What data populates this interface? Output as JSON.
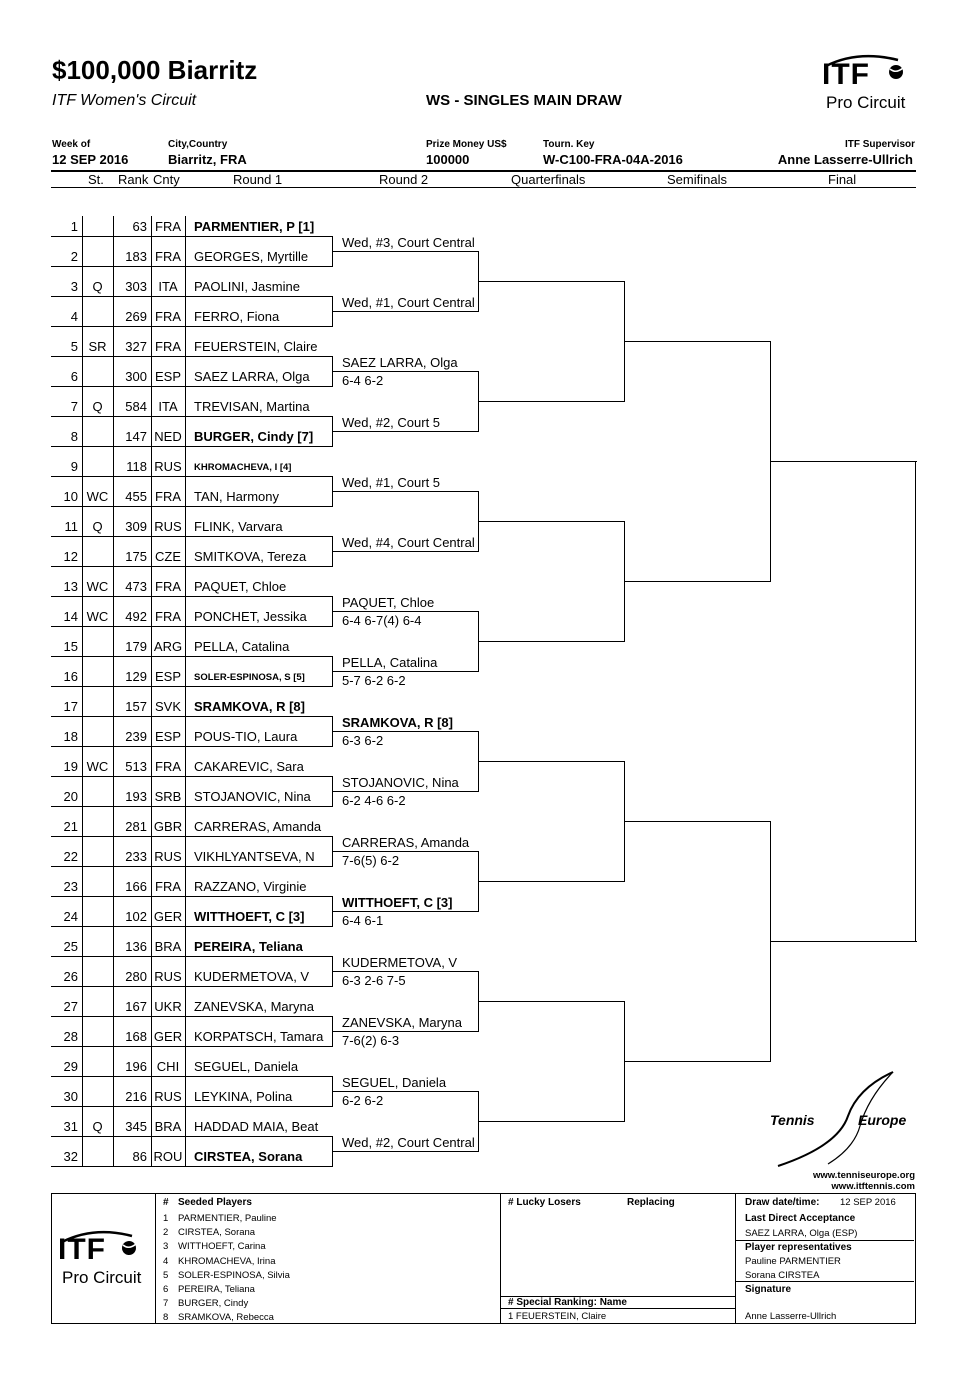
{
  "header": {
    "title": "$100,000 Biarritz",
    "subtitle": "ITF Women's Circuit",
    "draw_name": "WS - SINGLES MAIN DRAW",
    "week_label": "Week of",
    "week_value": "12 SEP 2016",
    "city_label": "City,Country",
    "city_value": "Biarritz, FRA",
    "prize_label": "Prize Money US$",
    "prize_value": "100000",
    "key_label": "Tourn. Key",
    "key_value": "W-C100-FRA-04A-2016",
    "supervisor_label": "ITF Supervisor",
    "supervisor_value": "Anne Lasserre-Ullrich",
    "logo_itf": "ITF",
    "logo_pro": "Pro Circuit"
  },
  "columns": [
    "St.",
    "Rank",
    "Cnty",
    "Round 1",
    "Round 2",
    "Quarterfinals",
    "Semifinals",
    "Final"
  ],
  "players": [
    {
      "n": "1",
      "st": "",
      "rank": "63",
      "cnty": "FRA",
      "name": "PARMENTIER, P [1]",
      "style": "bold"
    },
    {
      "n": "2",
      "st": "",
      "rank": "183",
      "cnty": "FRA",
      "name": "GEORGES, Myrtille",
      "style": ""
    },
    {
      "n": "3",
      "st": "Q",
      "rank": "303",
      "cnty": "ITA",
      "name": "PAOLINI, Jasmine",
      "style": ""
    },
    {
      "n": "4",
      "st": "",
      "rank": "269",
      "cnty": "FRA",
      "name": "FERRO, Fiona",
      "style": ""
    },
    {
      "n": "5",
      "st": "SR",
      "rank": "327",
      "cnty": "FRA",
      "name": "FEUERSTEIN, Claire",
      "style": ""
    },
    {
      "n": "6",
      "st": "",
      "rank": "300",
      "cnty": "ESP",
      "name": "SAEZ LARRA, Olga",
      "style": ""
    },
    {
      "n": "7",
      "st": "Q",
      "rank": "584",
      "cnty": "ITA",
      "name": "TREVISAN, Martina",
      "style": ""
    },
    {
      "n": "8",
      "st": "",
      "rank": "147",
      "cnty": "NED",
      "name": "BURGER, Cindy [7]",
      "style": "bold"
    },
    {
      "n": "9",
      "st": "",
      "rank": "118",
      "cnty": "RUS",
      "name": "KHROMACHEVA, I [4]",
      "style": "small"
    },
    {
      "n": "10",
      "st": "WC",
      "rank": "455",
      "cnty": "FRA",
      "name": "TAN, Harmony",
      "style": ""
    },
    {
      "n": "11",
      "st": "Q",
      "rank": "309",
      "cnty": "RUS",
      "name": "FLINK, Varvara",
      "style": ""
    },
    {
      "n": "12",
      "st": "",
      "rank": "175",
      "cnty": "CZE",
      "name": "SMITKOVA, Tereza",
      "style": ""
    },
    {
      "n": "13",
      "st": "WC",
      "rank": "473",
      "cnty": "FRA",
      "name": "PAQUET, Chloe",
      "style": ""
    },
    {
      "n": "14",
      "st": "WC",
      "rank": "492",
      "cnty": "FRA",
      "name": "PONCHET, Jessika",
      "style": ""
    },
    {
      "n": "15",
      "st": "",
      "rank": "179",
      "cnty": "ARG",
      "name": "PELLA, Catalina",
      "style": ""
    },
    {
      "n": "16",
      "st": "",
      "rank": "129",
      "cnty": "ESP",
      "name": "SOLER-ESPINOSA, S [5]",
      "style": "small"
    },
    {
      "n": "17",
      "st": "",
      "rank": "157",
      "cnty": "SVK",
      "name": "SRAMKOVA, R [8]",
      "style": "bold"
    },
    {
      "n": "18",
      "st": "",
      "rank": "239",
      "cnty": "ESP",
      "name": "POUS-TIO, Laura",
      "style": ""
    },
    {
      "n": "19",
      "st": "WC",
      "rank": "513",
      "cnty": "FRA",
      "name": "CAKAREVIC, Sara",
      "style": ""
    },
    {
      "n": "20",
      "st": "",
      "rank": "193",
      "cnty": "SRB",
      "name": "STOJANOVIC, Nina",
      "style": ""
    },
    {
      "n": "21",
      "st": "",
      "rank": "281",
      "cnty": "GBR",
      "name": "CARRERAS, Amanda",
      "style": ""
    },
    {
      "n": "22",
      "st": "",
      "rank": "233",
      "cnty": "RUS",
      "name": "VIKHLYANTSEVA, N",
      "style": ""
    },
    {
      "n": "23",
      "st": "",
      "rank": "166",
      "cnty": "FRA",
      "name": "RAZZANO, Virginie",
      "style": ""
    },
    {
      "n": "24",
      "st": "",
      "rank": "102",
      "cnty": "GER",
      "name": "WITTHOEFT, C [3]",
      "style": "bold"
    },
    {
      "n": "25",
      "st": "",
      "rank": "136",
      "cnty": "BRA",
      "name": "PEREIRA, Teliana",
      "style": "bold"
    },
    {
      "n": "26",
      "st": "",
      "rank": "280",
      "cnty": "RUS",
      "name": "KUDERMETOVA, V",
      "style": ""
    },
    {
      "n": "27",
      "st": "",
      "rank": "167",
      "cnty": "UKR",
      "name": "ZANEVSKA, Maryna",
      "style": ""
    },
    {
      "n": "28",
      "st": "",
      "rank": "168",
      "cnty": "GER",
      "name": "KORPATSCH, Tamara",
      "style": ""
    },
    {
      "n": "29",
      "st": "",
      "rank": "196",
      "cnty": "CHI",
      "name": "SEGUEL, Daniela",
      "style": ""
    },
    {
      "n": "30",
      "st": "",
      "rank": "216",
      "cnty": "RUS",
      "name": "LEYKINA, Polina",
      "style": ""
    },
    {
      "n": "31",
      "st": "Q",
      "rank": "345",
      "cnty": "BRA",
      "name": "HADDAD MAIA, Beat",
      "style": ""
    },
    {
      "n": "32",
      "st": "",
      "rank": "86",
      "cnty": "ROU",
      "name": "CIRSTEA, Sorana",
      "style": "bold"
    }
  ],
  "round2": [
    {
      "name": "Wed, #3, Court Central",
      "score": "",
      "style": ""
    },
    {
      "name": "Wed, #1, Court Central",
      "score": "",
      "style": ""
    },
    {
      "name": "SAEZ LARRA, Olga",
      "score": "6-4 6-2",
      "style": ""
    },
    {
      "name": "Wed, #2, Court 5",
      "score": "",
      "style": ""
    },
    {
      "name": "Wed, #1, Court 5",
      "score": "",
      "style": ""
    },
    {
      "name": "Wed, #4, Court Central",
      "score": "",
      "style": ""
    },
    {
      "name": "PAQUET, Chloe",
      "score": "6-4 6-7(4) 6-4",
      "style": ""
    },
    {
      "name": "PELLA, Catalina",
      "score": "5-7 6-2 6-2",
      "style": ""
    },
    {
      "name": "SRAMKOVA, R [8]",
      "score": "6-3 6-2",
      "style": "bold"
    },
    {
      "name": "STOJANOVIC, Nina",
      "score": "6-2 4-6 6-2",
      "style": ""
    },
    {
      "name": "CARRERAS, Amanda",
      "score": "7-6(5) 6-2",
      "style": ""
    },
    {
      "name": "WITTHOEFT, C [3]",
      "score": "6-4 6-1",
      "style": "bold"
    },
    {
      "name": "KUDERMETOVA, V",
      "score": "6-3 2-6 7-5",
      "style": ""
    },
    {
      "name": "ZANEVSKA, Maryna",
      "score": "7-6(2) 6-3",
      "style": ""
    },
    {
      "name": "SEGUEL, Daniela",
      "score": "6-2 6-2",
      "style": ""
    },
    {
      "name": "Wed, #2, Court Central",
      "score": "",
      "style": ""
    }
  ],
  "sponsor": {
    "tennis": "Tennis",
    "europe": "Europe",
    "url1": "www.tenniseurope.org",
    "url2": "www.itftennis.com"
  },
  "footer": {
    "seed_header_num": "#",
    "seed_header": "Seeded Players",
    "seeds": [
      {
        "n": "1",
        "name": "PARMENTIER, Pauline"
      },
      {
        "n": "2",
        "name": "CIRSTEA, Sorana"
      },
      {
        "n": "3",
        "name": "WITTHOEFT, Carina"
      },
      {
        "n": "4",
        "name": "KHROMACHEVA, Irina"
      },
      {
        "n": "5",
        "name": "SOLER-ESPINOSA, Silvia"
      },
      {
        "n": "6",
        "name": "PEREIRA, Teliana"
      },
      {
        "n": "7",
        "name": "BURGER, Cindy"
      },
      {
        "n": "8",
        "name": "SRAMKOVA, Rebecca"
      }
    ],
    "lucky_header": "# Lucky Losers",
    "replacing_header": "Replacing",
    "special_header": "# Special Ranking: Name",
    "special_row": "1 FEUERSTEIN, Claire",
    "draw_date_label": "Draw date/time:",
    "draw_date_value": "12 SEP 2016",
    "last_da_label": "Last Direct Acceptance",
    "last_da_value": "SAEZ LARRA, Olga (ESP)",
    "player_reps_label": "Player representatives",
    "rep1": "Pauline PARMENTIER",
    "rep2": "Sorana CIRSTEA",
    "signature_label": "Signature",
    "signature_value": "Anne Lasserre-Ullrich"
  }
}
